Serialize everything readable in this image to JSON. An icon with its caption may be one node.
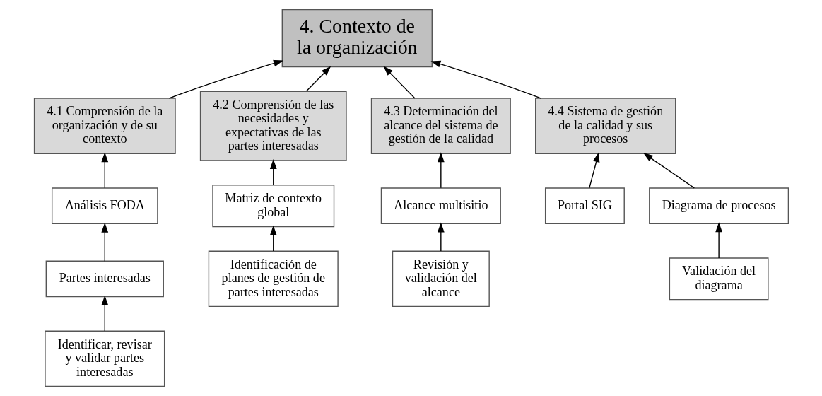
{
  "diagram": {
    "nodes": [
      {
        "text": [
          "4. Contexto de la organización"
        ]
      },
      {
        "text": [
          "4.1 Comprensión de la organización y de su contexto"
        ]
      },
      {
        "text": [
          "4.2 Comprensión de las necesidades y expectativas de las partes interesadas"
        ]
      },
      {
        "text": [
          "4.3 Determinación del alcance del sistema de gestión de la calidad"
        ]
      },
      {
        "text": [
          "4.4 Sistema de gestión de la calidad y sus procesos"
        ]
      },
      {
        "text": [
          "Análisis FODA"
        ]
      },
      {
        "text": [
          "Partes interesadas"
        ]
      },
      {
        "text": [
          "Identificar, revisar y validar partes interesadas"
        ]
      },
      {
        "text": [
          "Matriz de contexto global"
        ]
      },
      {
        "text": [
          "Identificación de planes de gestión de partes interesadas"
        ]
      },
      {
        "text": [
          "Alcance multisitio"
        ]
      },
      {
        "text": [
          "Revisión y validación del alcance"
        ]
      },
      {
        "text": [
          "Portal SIG"
        ]
      },
      {
        "text": [
          "Diagrama de procesos"
        ]
      },
      {
        "text": [
          "Validación del diagrama"
        ]
      }
    ],
    "edges": [
      {
        "from": 1,
        "to": 0,
        "arrow": "to"
      },
      {
        "from": 2,
        "to": 0,
        "arrow": "to"
      },
      {
        "from": 3,
        "to": 0,
        "arrow": "to"
      },
      {
        "from": 4,
        "to": 0,
        "arrow": "to"
      },
      {
        "from": 5,
        "to": 1,
        "arrow": "to"
      },
      {
        "from": 6,
        "to": 5,
        "arrow": "to"
      },
      {
        "from": 7,
        "to": 6,
        "arrow": "to"
      },
      {
        "from": 8,
        "to": 2,
        "arrow": "to"
      },
      {
        "from": 9,
        "to": 8,
        "arrow": "to"
      },
      {
        "from": 10,
        "to": 3,
        "arrow": "to"
      },
      {
        "from": 11,
        "to": 10,
        "arrow": "to"
      },
      {
        "from": 12,
        "to": 4,
        "arrow": "to"
      },
      {
        "from": 13,
        "to": 4,
        "arrow": "to"
      },
      {
        "from": 14,
        "to": 13,
        "arrow": "to"
      }
    ]
  }
}
